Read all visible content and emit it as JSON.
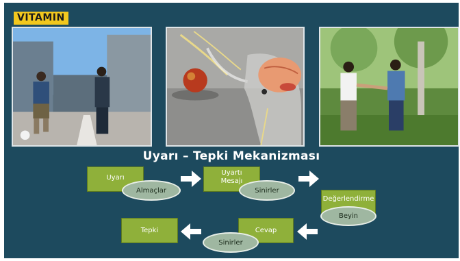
{
  "logo": {
    "text": "VITAMIN"
  },
  "photos": [
    {
      "name": "soccer-ball-photo",
      "description_icon": "two-people-with-ball-photo"
    },
    {
      "name": "brain-reflex-illustration",
      "description_icon": "brain-apple-illustration"
    },
    {
      "name": "handshake-photo",
      "description_icon": "handshake-photo"
    }
  ],
  "title": "Uyarı – Tepki Mekanizması",
  "diagram": {
    "row1": {
      "uyari": {
        "box": "Uyarı",
        "oval": "Almaçlar"
      },
      "mesaj": {
        "box_line1": "Uyartı",
        "box_line2": "Mesajı",
        "oval": "Sinirler"
      },
      "degerlendirme": {
        "box": "Değerlendirme",
        "oval": "Beyin"
      }
    },
    "row2": {
      "cevap": {
        "box": "Cevap",
        "oval": "Sinirler"
      },
      "tepki": {
        "box": "Tepki"
      }
    }
  },
  "colors": {
    "background": "#1d4a5e",
    "box": "#8fb03a",
    "oval": "#9fb7a1",
    "logo": "#f2c81e"
  },
  "icons": {
    "arrow": "arrow-right-icon",
    "arrow_left": "arrow-left-icon"
  }
}
